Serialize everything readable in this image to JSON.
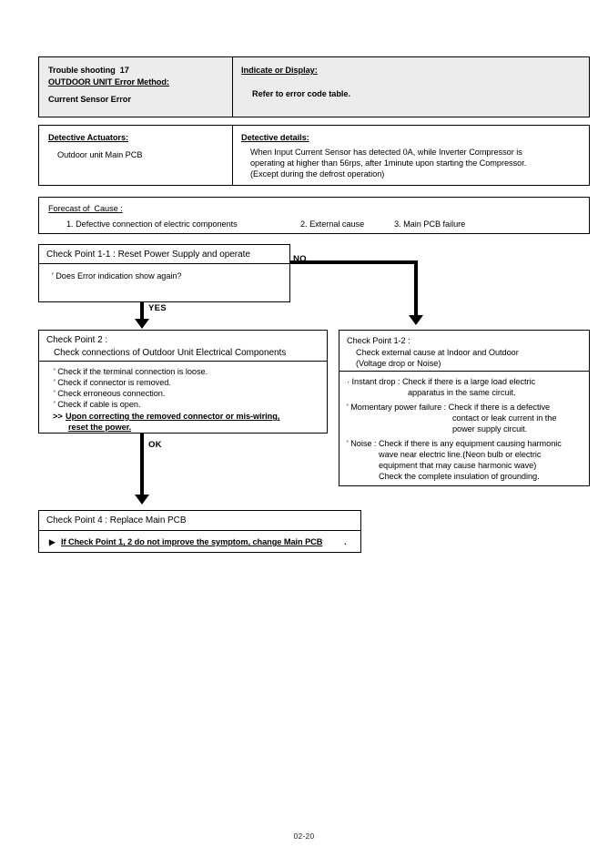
{
  "document": {
    "footer_page_number": "02-20"
  },
  "header_table": {
    "left": {
      "line1": "Trouble shooting  17",
      "line2": "OUTDOOR UNIT Error Method:",
      "line3": "Current Sensor Error"
    },
    "right": {
      "title": "Indicate or Display:",
      "body": "Refer to error code table."
    }
  },
  "detective_table": {
    "left": {
      "title": "Detective Actuators:",
      "body": "Outdoor unit Main PCB"
    },
    "right": {
      "title": "Detective details:",
      "body_lines": [
        "When Input Current Sensor has detected 0A, while Inverter Compressor is",
        "operating at higher than 56rps, after 1minute upon starting the Compressor.",
        "(Except during the defrost operation)"
      ]
    }
  },
  "forecast": {
    "title": "Forecast of  Cause :",
    "causes": [
      "1. Defective connection of electric components",
      "2. External cause",
      "3. Main PCB failure"
    ]
  },
  "check_point_1_1": {
    "title": "Check Point 1-1 : Reset Power Supply and operate",
    "body": "' Does Error indication show again?"
  },
  "check_point_2": {
    "title_line1": "Check Point 2 :",
    "title_line2": "Check connections of Outdoor Unit Electrical Components",
    "items": [
      "' Check if the terminal connection is loose.",
      "' Check if connector is removed.",
      "' Check erroneous connection.",
      "' Check if cable is open."
    ],
    "note_prefix": ">>",
    "note_line1": "Upon correcting the removed connector or mis-wiring,",
    "note_line2": "reset the power."
  },
  "check_point_1_2": {
    "title_line1": "Check Point 1-2 :",
    "title_line2": "Check external cause at Indoor and Outdoor",
    "title_line3": "(Voltage drop or Noise)",
    "items": [
      "· Instant drop : Check if there is a large load electric",
      "apparatus in the same circuit.",
      "' Momentary power failure : Check if there is a defective",
      "contact or leak current in the",
      "power supply circuit.",
      "' Noise : Check if there is any equipment causing harmonic",
      "wave near electric line.(Neon bulb or electric",
      "equipment that may cause harmonic wave)",
      "Check the complete insulation of grounding."
    ]
  },
  "check_point_4": {
    "title": "Check Point 4 : Replace Main PCB",
    "marker": "▶",
    "body_underlined": "If Check Point 1, 2 do not improve the symptom, change Main PCB",
    "body_tail": "."
  },
  "flow": {
    "label_no": "NO",
    "label_yes": "YES",
    "label_ok": "OK"
  },
  "colors": {
    "shaded_header": "#ececec",
    "border": "#000000",
    "text": "#000000"
  }
}
